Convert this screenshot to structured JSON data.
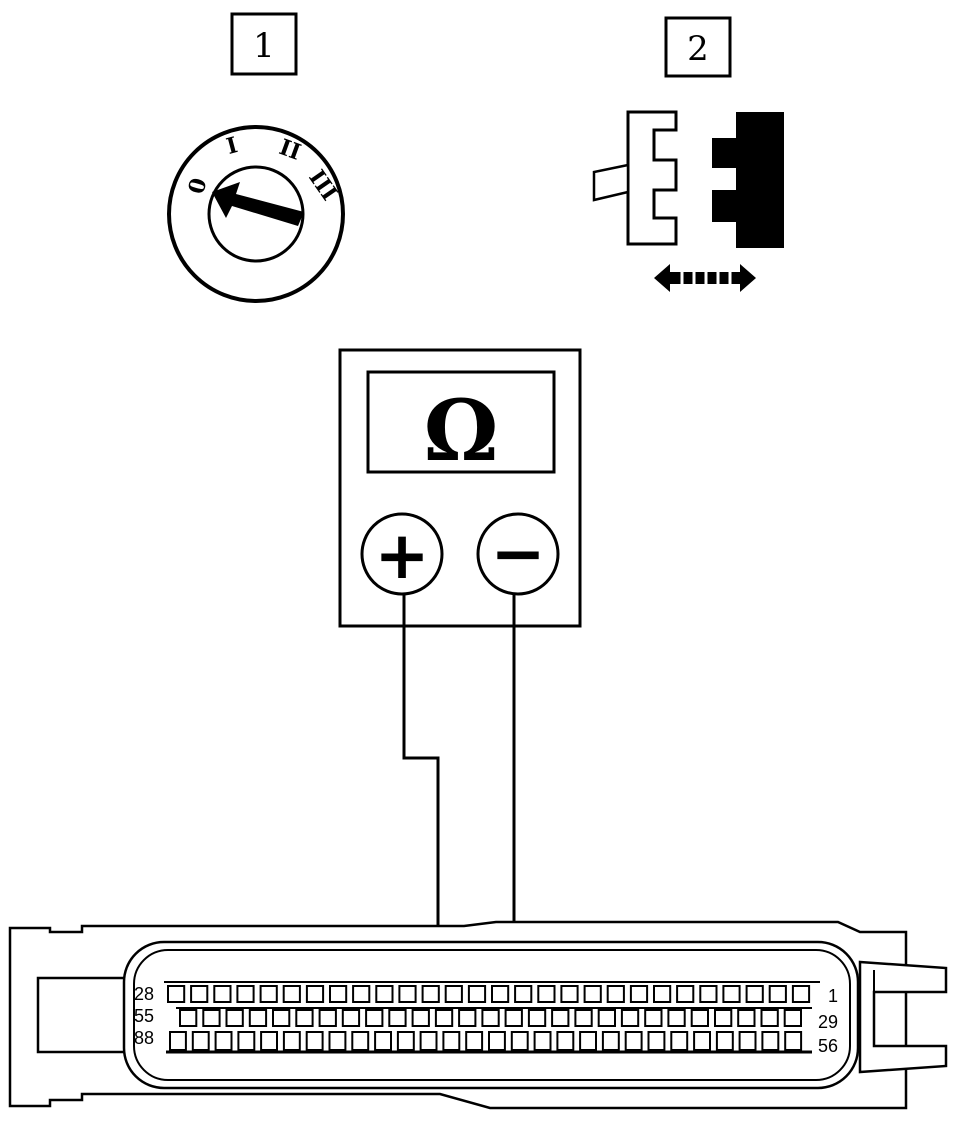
{
  "steps": [
    {
      "number": "1",
      "icon": "ignition-switch-icon"
    },
    {
      "number": "2",
      "icon": "connector-disconnect-icon"
    }
  ],
  "ignition": {
    "positions": [
      "0",
      "I",
      "II",
      "III"
    ]
  },
  "meter": {
    "symbol": "Ω",
    "positive_symbol": "+",
    "negative_symbol": "−"
  },
  "connector": {
    "pin_labels": {
      "row1_left": "28",
      "row1_right": "1",
      "row2_left": "55",
      "row2_right": "29",
      "row3_left": "88",
      "row3_right": "56"
    },
    "row1_pins": 28,
    "row2_pins": 27,
    "row3_pins": 28
  }
}
